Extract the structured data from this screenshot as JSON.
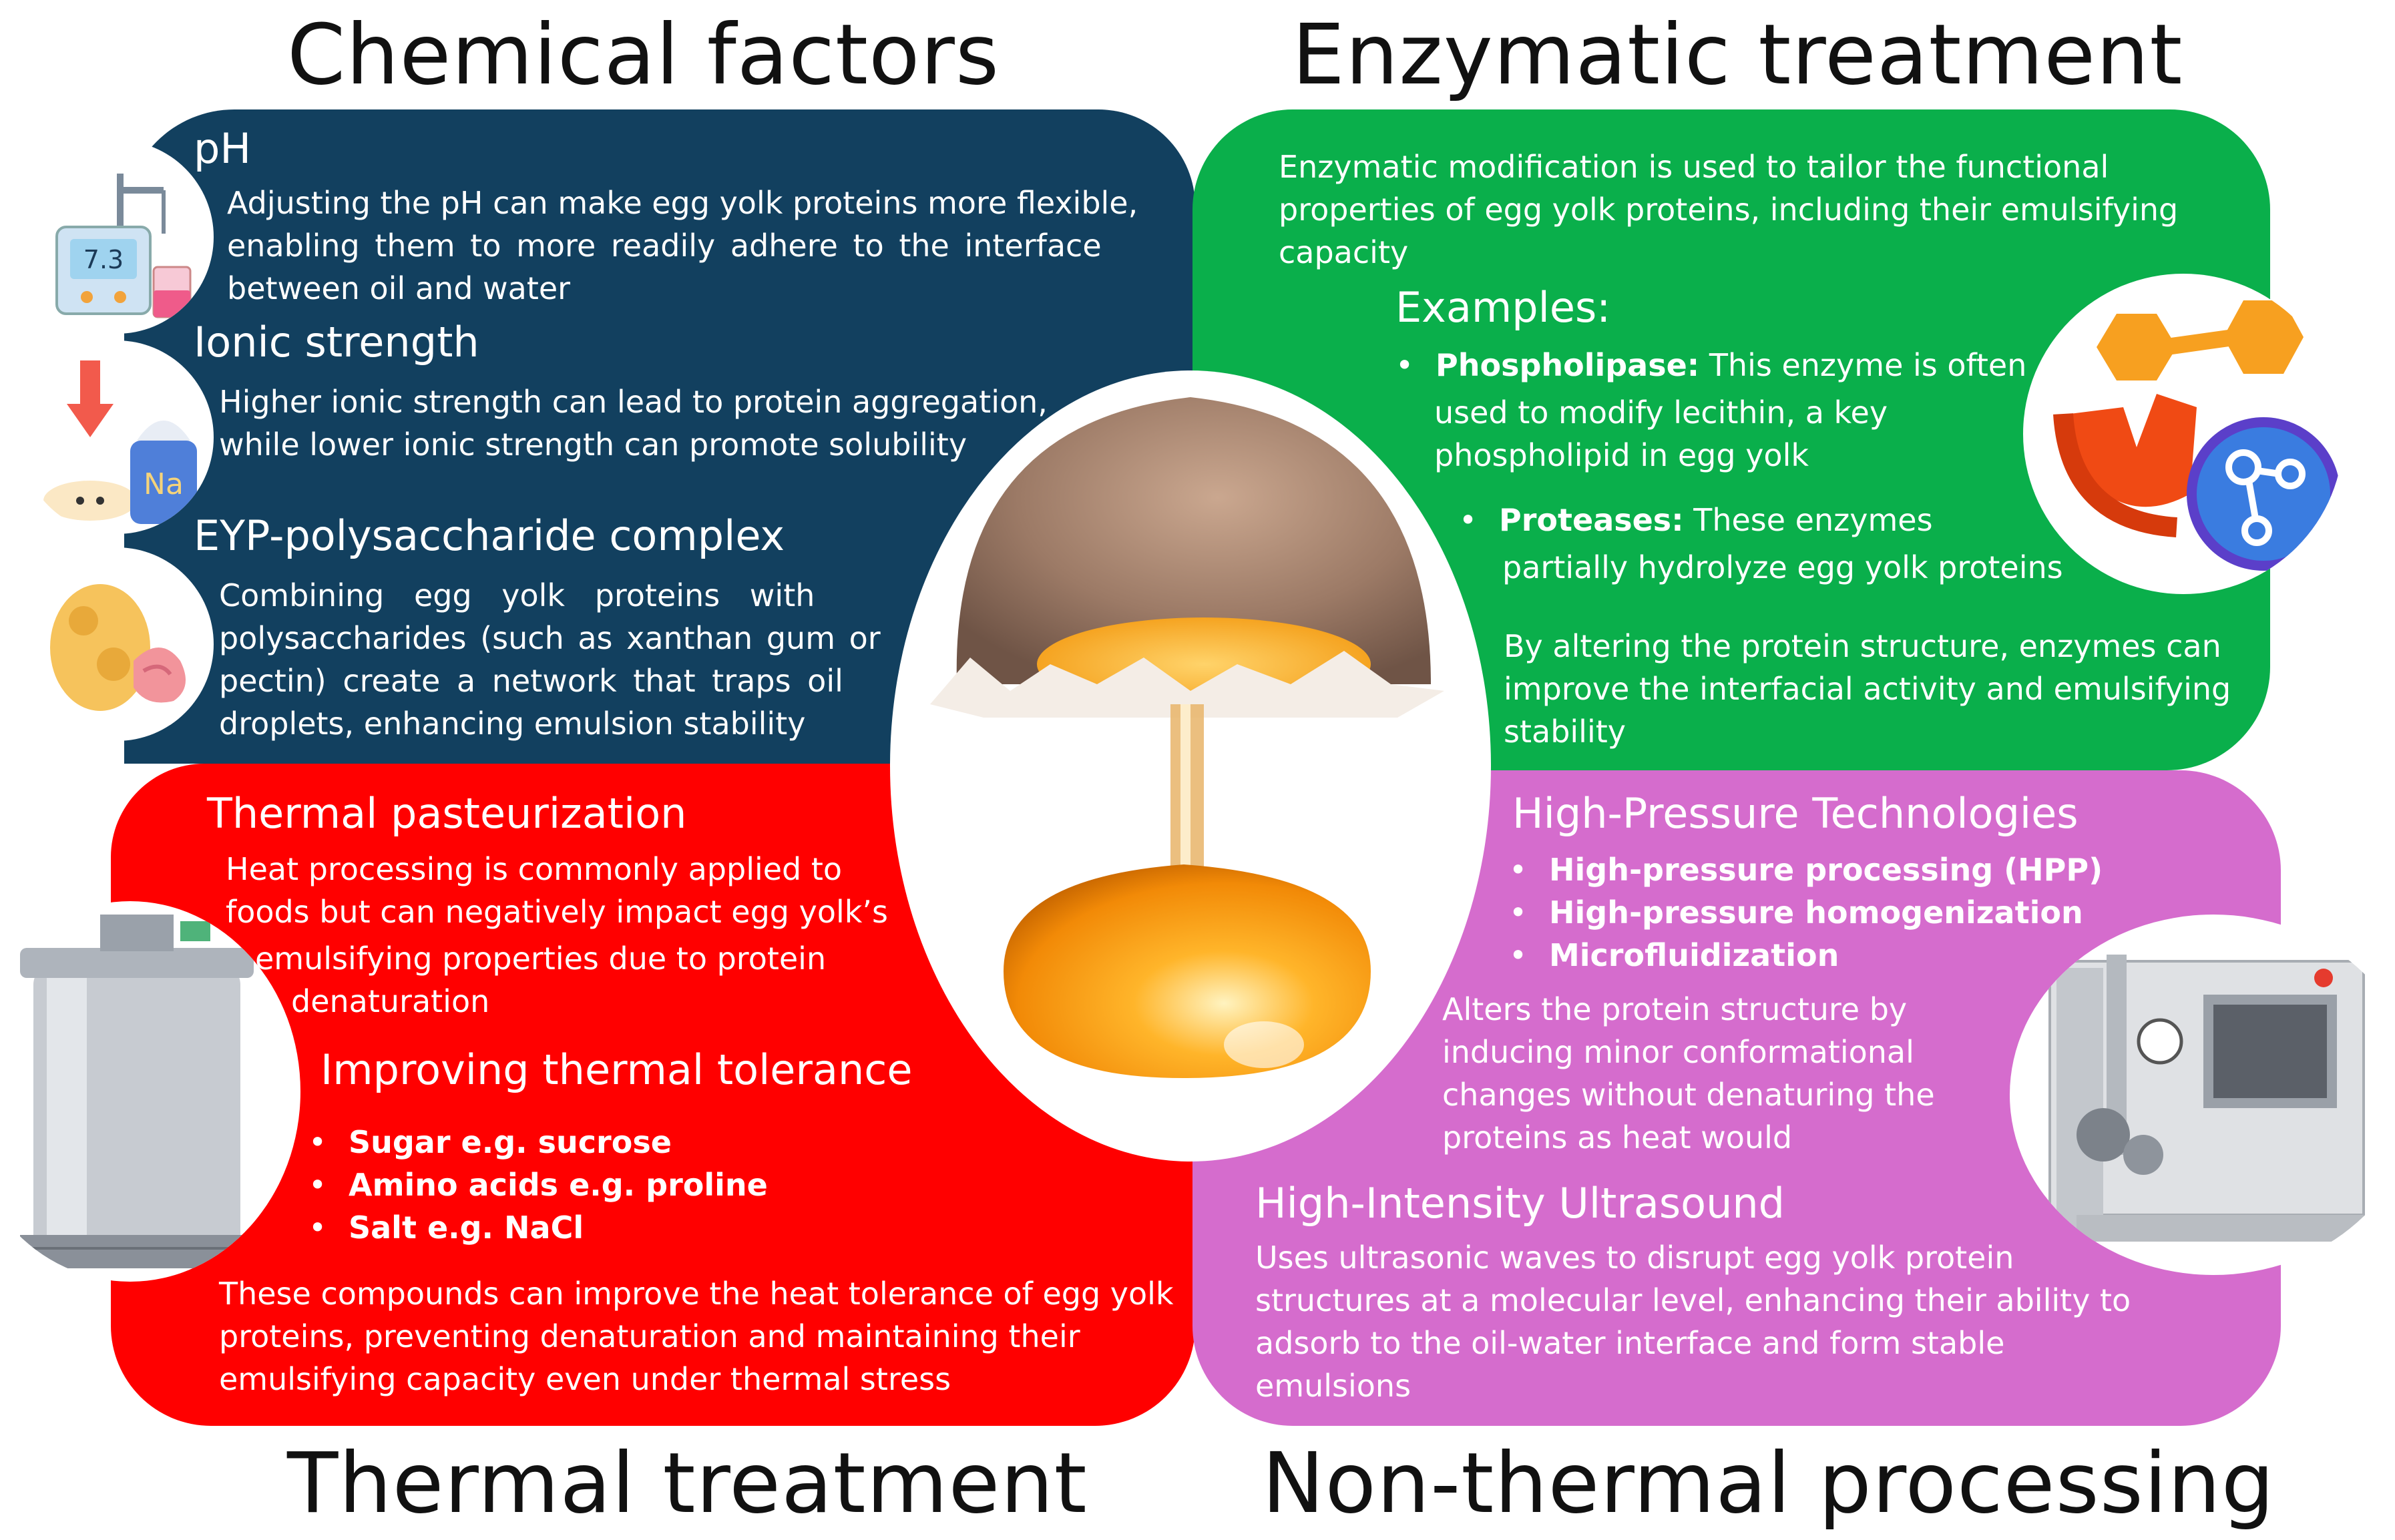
{
  "titles": {
    "chemical": "Chemical factors",
    "enzymatic": "Enzymatic treatment",
    "thermal": "Thermal treatment",
    "nonthermal": "Non-thermal processing"
  },
  "chemical": {
    "ph_head": "pH",
    "ph_lines": [
      "Adjusting the pH can make egg yolk proteins more flexible,",
      "enabling them to more readily adhere to the interface",
      "between oil and water"
    ],
    "ionic_head": "Ionic strength",
    "ionic_lines": [
      "Higher ionic strength can lead to protein aggregation,",
      "while lower ionic strength can promote solubility"
    ],
    "eyp_head": "EYP-polysaccharide complex",
    "eyp_lines": [
      "Combining egg yolk proteins with",
      "polysaccharides (such as xanthan gum or",
      "pectin) create a network that traps oil",
      "droplets, enhancing emulsion stability"
    ],
    "ph_display": "7.3",
    "na_label": "Na"
  },
  "enzymatic": {
    "intro_lines": [
      "Enzymatic modification is used to tailor the functional",
      "properties of egg yolk proteins, including their emulsifying",
      "capacity"
    ],
    "examples_head": "Examples:",
    "phospho_bold": "Phospholipase:",
    "phospho_lines": [
      " This enzyme is often",
      "used to modify lecithin, a key",
      "phospholipid in egg yolk"
    ],
    "protease_bold": "Proteases:",
    "protease_lines": [
      " These enzymes",
      "partially hydrolyze egg yolk proteins"
    ],
    "outro_lines": [
      "By altering the protein structure, enzymes can",
      "improve the interfacial activity and emulsifying",
      "stability"
    ]
  },
  "thermal": {
    "past_head": "Thermal pasteurization",
    "past_lines": [
      "Heat processing is commonly applied to",
      "foods but can negatively impact egg yolk’s",
      "emulsifying properties due to protein",
      "denaturation"
    ],
    "improve_head": "Improving thermal tolerance",
    "bullets": [
      "Sugar e.g. sucrose",
      "Amino acids e.g. proline",
      "Salt e.g. NaCl"
    ],
    "outro_lines": [
      "These compounds can improve the heat tolerance of egg yolk",
      "proteins, preventing denaturation and maintaining their",
      "emulsifying capacity even under thermal stress"
    ]
  },
  "nonthermal": {
    "hp_head": "High-Pressure Technologies",
    "hp_bullets": [
      "High-pressure processing (HPP)",
      "High-pressure homogenization",
      "Microfluidization"
    ],
    "hp_lines": [
      "Alters the protein structure by",
      "inducing minor conformational",
      "changes without denaturing the",
      "proteins as heat would"
    ],
    "us_head": "High-Intensity Ultrasound",
    "us_lines": [
      "Uses ultrasonic waves to disrupt egg yolk protein",
      "structures at a molecular level, enhancing their ability to",
      "adsorb to the oil-water interface and form stable",
      "emulsions"
    ]
  },
  "colors": {
    "chemical": "#12405f",
    "enzymatic": "#0aaf4b",
    "thermal": "#ff0000",
    "nonthermal": "#d56ccd"
  }
}
